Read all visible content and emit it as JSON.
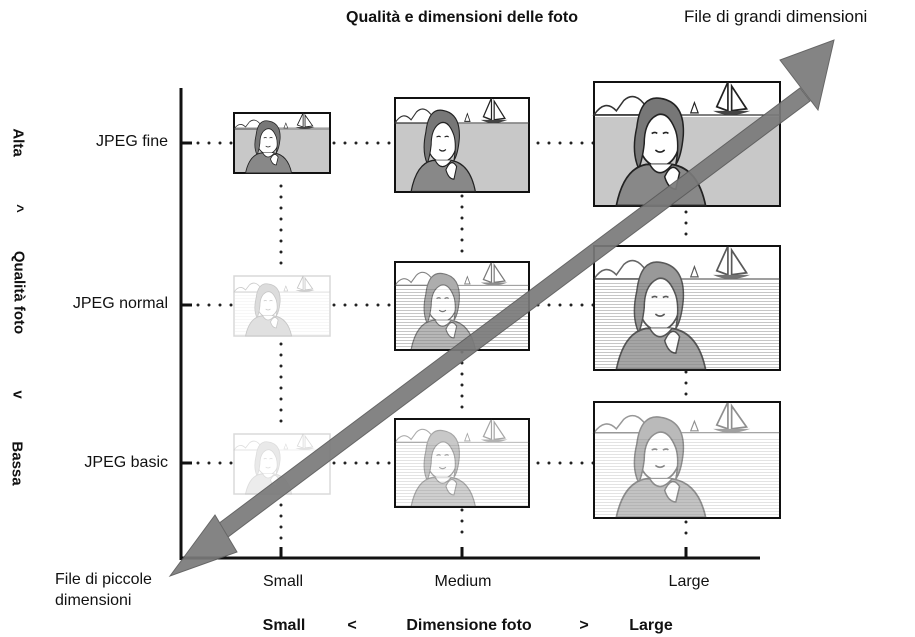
{
  "title": "Qualità e dimensioni delle foto",
  "arrow_labels": {
    "large_files": "File di grandi dimensioni",
    "small_files_line1": "File di piccole",
    "small_files_line2": "dimensioni"
  },
  "rows": [
    {
      "label": "JPEG fine",
      "quality": "fine"
    },
    {
      "label": "JPEG normal",
      "quality": "normal"
    },
    {
      "label": "JPEG basic",
      "quality": "basic"
    }
  ],
  "columns": [
    {
      "label": "Small"
    },
    {
      "label": "Medium"
    },
    {
      "label": "Large"
    }
  ],
  "x_axis": {
    "low": "Small",
    "lt": "<",
    "title": "Dimensione foto",
    "gt": ">",
    "high": "Large"
  },
  "y_axis": {
    "high": "Alta",
    "up": "^",
    "title": "Qualità foto",
    "down": "v",
    "low": "Bassa"
  },
  "colors": {
    "arrow": "#7a7a7a",
    "axis": "#111111",
    "water_fine": "#c8c8c8"
  }
}
